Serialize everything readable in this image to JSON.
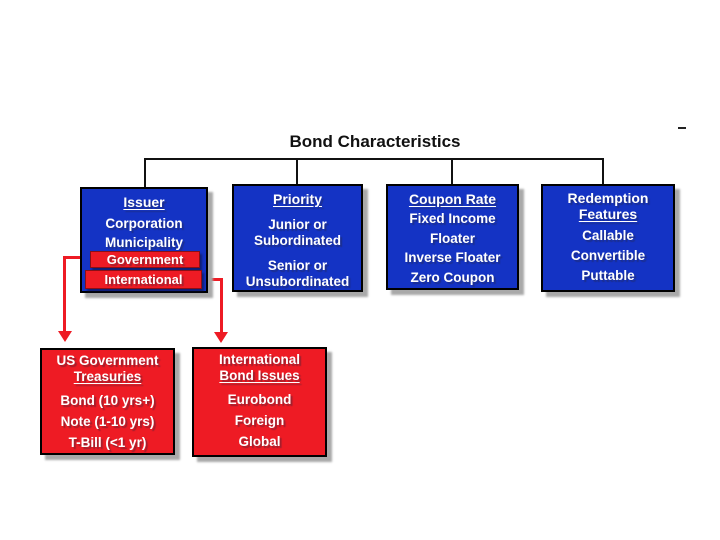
{
  "title": "Bond Characteristics",
  "colors": {
    "box_blue": "#1433c4",
    "box_red": "#ee1b24",
    "connector_black": "#111111",
    "text_white": "#ffffff",
    "shadow_gray": "#a9a9a9"
  },
  "boxes": {
    "issuer": {
      "header": "Issuer",
      "items": [
        "Corporation",
        "Municipality"
      ],
      "highlights": [
        "Government",
        "International"
      ]
    },
    "priority": {
      "header": "Priority",
      "items": [
        "Junior or",
        "Subordinated",
        "Senior or",
        "Unsubordinated"
      ]
    },
    "coupon_rate": {
      "header": "Coupon Rate",
      "items": [
        "Fixed Income",
        "Floater",
        "Inverse Floater",
        "Zero Coupon"
      ]
    },
    "redemption": {
      "header_line1": "Redemption",
      "header_line2": "Features",
      "items": [
        "Callable",
        "Convertible",
        "Puttable"
      ]
    },
    "us_treasuries": {
      "header_line1": "US Government",
      "header_line2": "Treasuries",
      "items": [
        "Bond (10 yrs+)",
        "Note (1-10 yrs)",
        "T-Bill (<1 yr)"
      ]
    },
    "intl_bonds": {
      "header_line1": "International",
      "header_line2": "Bond Issues",
      "items": [
        "Eurobond",
        "Foreign",
        "Global"
      ]
    }
  }
}
